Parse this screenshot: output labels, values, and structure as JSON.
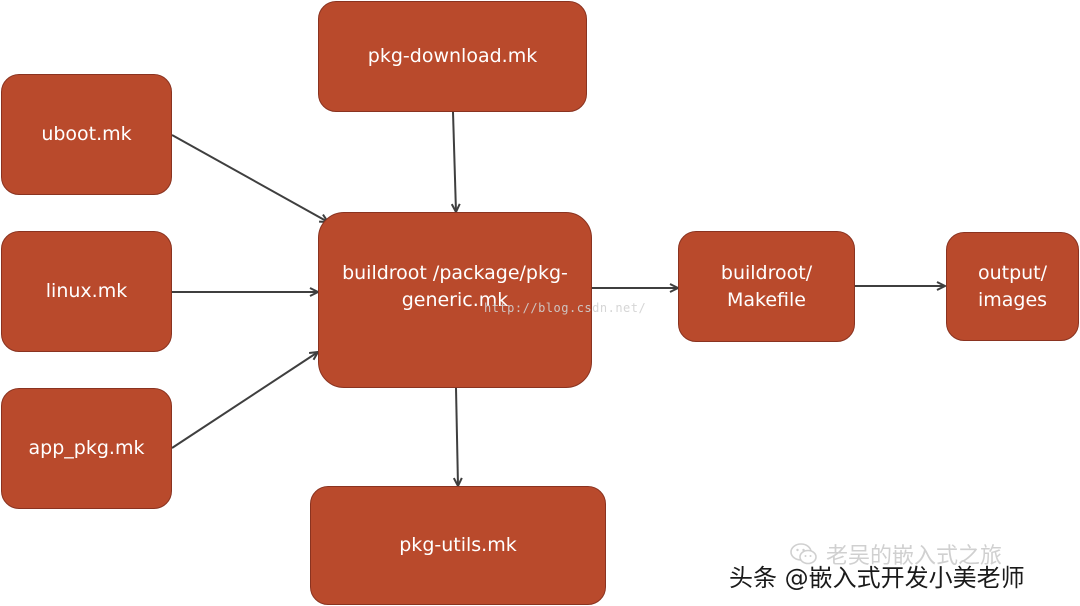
{
  "nodes": {
    "pkg_download": "pkg-download.mk",
    "uboot": "uboot.mk",
    "linux": "linux.mk",
    "app_pkg": "app_pkg.mk",
    "pkg_generic": "buildroot /package/pkg-\ngeneric.mk",
    "pkg_utils": "pkg-utils.mk",
    "makefile": "buildroot/\nMakefile",
    "output": "output/\nimages"
  },
  "watermarks": {
    "blog_url": "http://blog.csdn.net/",
    "wechat_account": "老吴的嵌入式之旅",
    "toutiao": "头条 @嵌入式开发小美老师"
  },
  "colors": {
    "node_fill": "#b94a2c",
    "node_border": "#8a3320",
    "node_text": "#ffffff",
    "arrow": "#3f3f3f"
  },
  "icons": {
    "wechat": "wechat-icon"
  }
}
